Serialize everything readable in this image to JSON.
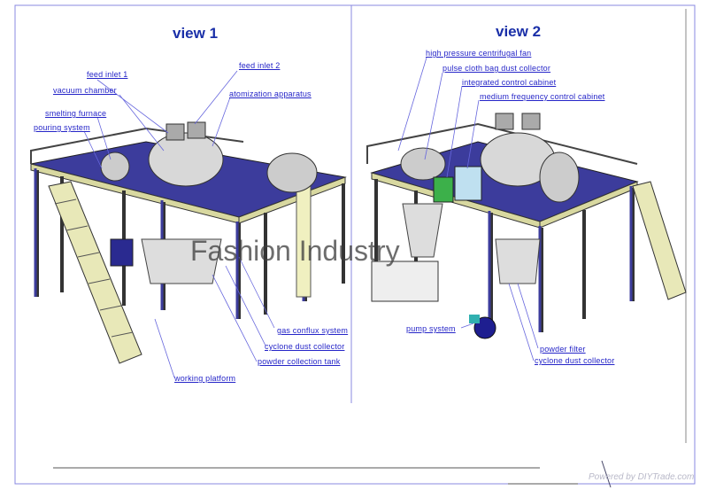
{
  "views": [
    {
      "title": "view 1",
      "labels": [
        "feed inlet 1",
        "feed inlet 2",
        "vacuum chamber",
        "atomization apparatus",
        "smelting furnace",
        "pouring system",
        "gas conflux system",
        "cyclone dust collector",
        "powder collection tank",
        "working platform"
      ]
    },
    {
      "title": "view 2",
      "labels": [
        "high pressure centrifugal fan",
        "pulse cloth bag dust collector",
        "integrated control cabinet",
        "medium frequency control cabinet",
        "pump system",
        "powder filter",
        "cyclone dust collector"
      ]
    }
  ],
  "watermark": "Fashion Industry",
  "credit": "Powered by DIYTrade.com",
  "colors": {
    "label": "#2525c8",
    "title": "#1a2fa8",
    "deck": "#3c3c9c",
    "frame": "#8888e0"
  }
}
